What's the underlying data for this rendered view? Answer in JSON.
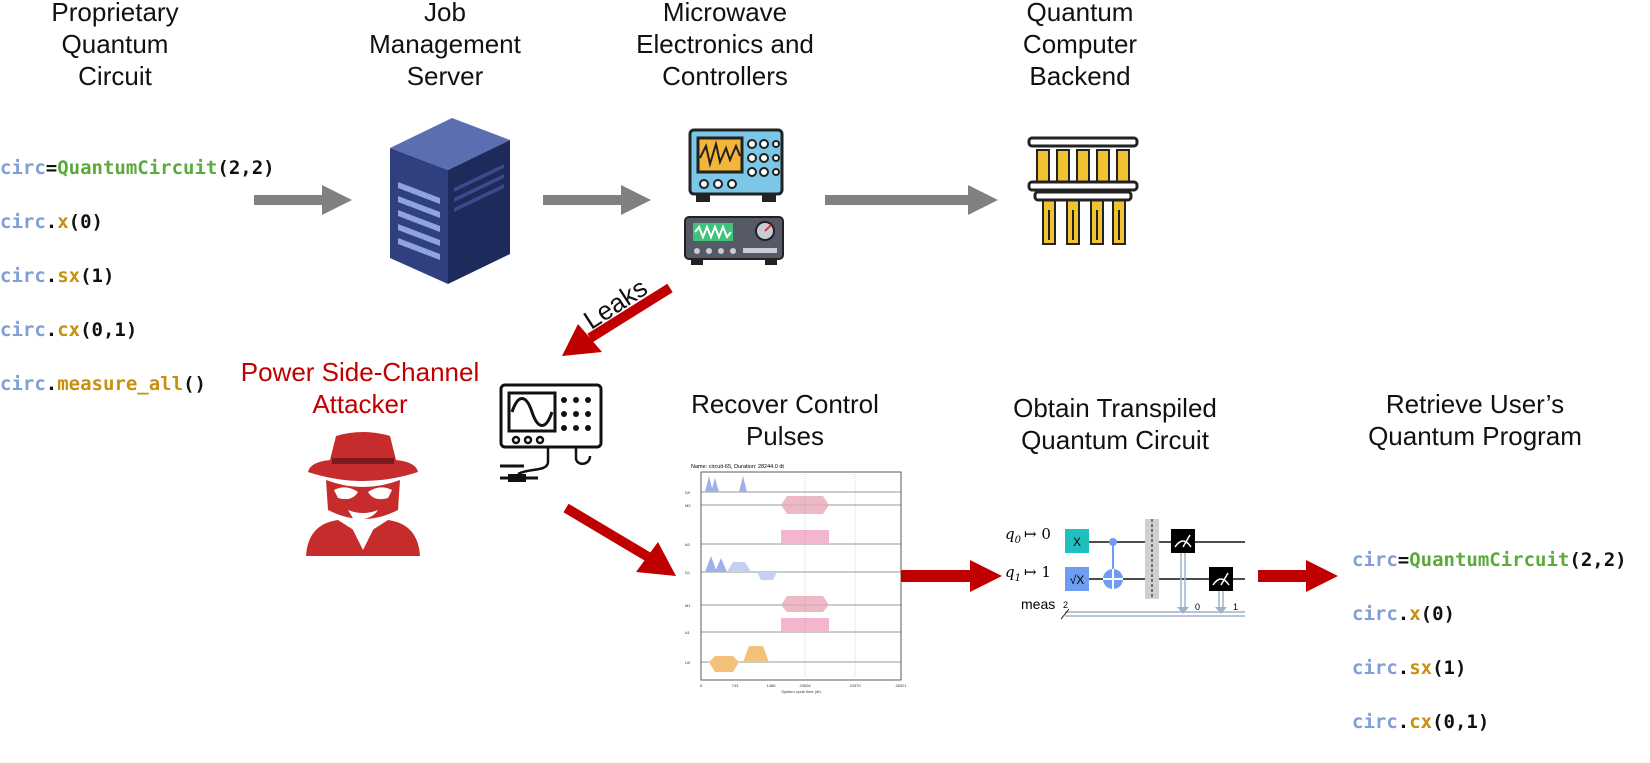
{
  "titles": {
    "circuit": [
      "Proprietary",
      "Quantum",
      "Circuit"
    ],
    "server": [
      "Job",
      "Management",
      "Server"
    ],
    "electronics": [
      "Microwave",
      "Electronics and",
      "Controllers"
    ],
    "backend": [
      "Quantum",
      "Computer",
      "Backend"
    ],
    "attacker": [
      "Power Side-Channel",
      "Attacker"
    ],
    "recover": [
      "Recover Control",
      "Pulses"
    ],
    "transpiled": [
      "Obtain Transpiled",
      "Quantum Circuit"
    ],
    "retrieve": [
      "Retrieve User’s",
      "Quantum Program"
    ]
  },
  "leaks_label": "Leaks",
  "code_left": [
    {
      "v": "circ",
      "op": "=",
      "f": "QuantumCircuit",
      "args": "(2,2)"
    },
    {
      "v": "circ",
      "op": ".",
      "m": "x",
      "args": "(0)"
    },
    {
      "v": "circ",
      "op": ".",
      "m": "sx",
      "args": "(1)"
    },
    {
      "v": "circ",
      "op": ".",
      "m": "cx",
      "args": "(0,1)"
    },
    {
      "v": "circ",
      "op": ".",
      "m": "measure_all",
      "args": "()"
    }
  ],
  "code_right": [
    {
      "v": "circ",
      "op": "=",
      "f": "QuantumCircuit",
      "args": "(2,2)"
    },
    {
      "v": "circ",
      "op": ".",
      "m": "x",
      "args": "(0)"
    },
    {
      "v": "circ",
      "op": ".",
      "m": "sx",
      "args": "(1)"
    },
    {
      "v": "circ",
      "op": ".",
      "m": "cx",
      "args": "(0,1)"
    }
  ],
  "circuit": {
    "q0": "q",
    "q0_sub": "0",
    "q0_map": "↦ 0",
    "q1": "q",
    "q1_sub": "1",
    "q1_map": "↦ 1",
    "meas": "meas",
    "meas_count": "2",
    "gate_x": "X",
    "gate_sx": "√X",
    "meas0": "0",
    "meas1": "1"
  },
  "colors": {
    "red": "#c00000",
    "gray_arrow": "#808080",
    "code_var": "#7f9fd6",
    "code_func": "#5bab3c",
    "code_method": "#c8900d",
    "gate_x": "#1fbfbf",
    "gate_sx": "#6f9df2"
  },
  "pulse_plot": {
    "header": "Name: circuit-65, Duration: 28244.0 dt",
    "xlabel": "System cycle time (dt)",
    "xticks": [
      "0",
      "743",
      "1485",
      "23528",
      "24370",
      "28321"
    ],
    "channels": [
      "D0",
      "M0",
      "A0",
      "D1",
      "M1",
      "A1",
      "U0"
    ]
  },
  "icons": [
    "server-icon",
    "oscilloscope-icon",
    "signal-generator-icon",
    "quantum-chip-icon",
    "hacker-icon",
    "probe-scope-icon"
  ]
}
